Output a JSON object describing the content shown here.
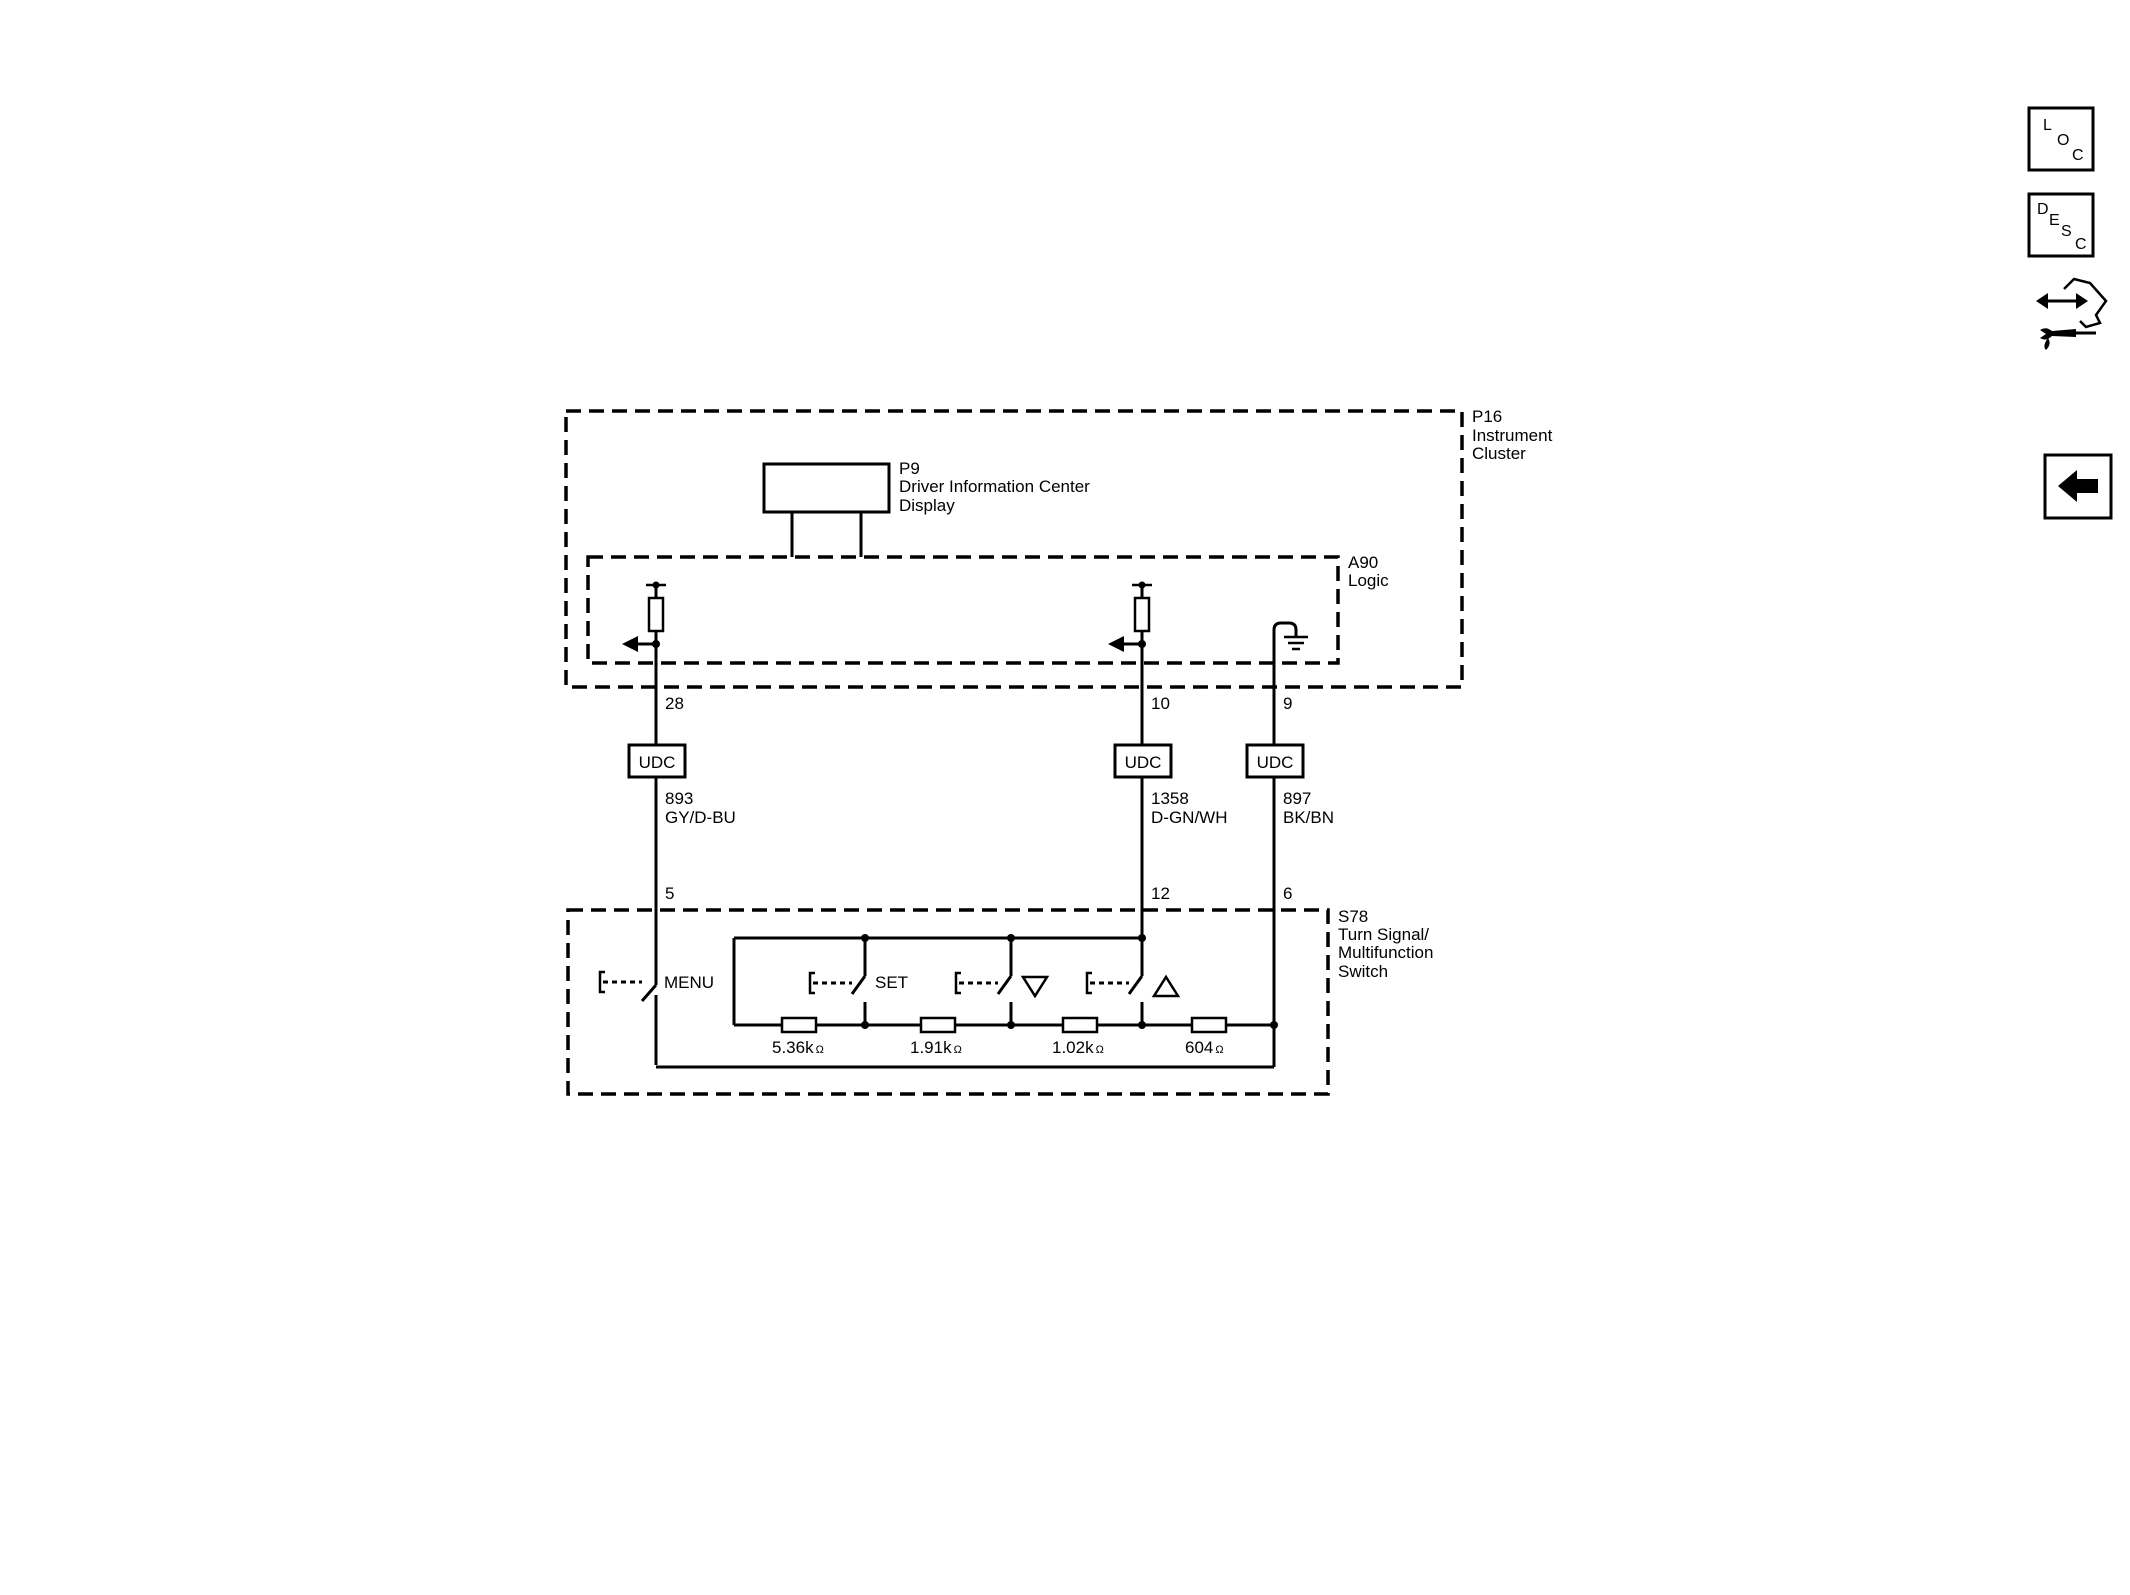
{
  "modules": {
    "p16": {
      "id": "P16",
      "line1": "Instrument",
      "line2": "Cluster"
    },
    "p9": {
      "id": "P9",
      "line1": "Driver Information Center",
      "line2": "Display"
    },
    "a90": {
      "id": "A90",
      "line1": "Logic"
    },
    "s78": {
      "id": "S78",
      "line1": "Turn Signal/",
      "line2": "Multifunction",
      "line3": "Switch"
    }
  },
  "pins": {
    "top": [
      "28",
      "10",
      "9"
    ],
    "bottom": [
      "5",
      "12",
      "6"
    ]
  },
  "connectors": [
    "UDC",
    "UDC",
    "UDC"
  ],
  "wires": [
    {
      "circuit": "893",
      "color": "GY/D-BU"
    },
    {
      "circuit": "1358",
      "color": "D-GN/WH"
    },
    {
      "circuit": "897",
      "color": "BK/BN"
    }
  ],
  "switches": {
    "menu": "MENU",
    "set": "SET",
    "down_icon": "triangle-down-icon",
    "up_icon": "triangle-up-icon"
  },
  "resistors": [
    {
      "value": "5.36k",
      "unit": "Ω"
    },
    {
      "value": "1.91k",
      "unit": "Ω"
    },
    {
      "value": "1.02k",
      "unit": "Ω"
    },
    {
      "value": "604",
      "unit": "Ω"
    }
  ],
  "nav": {
    "loc": [
      "L",
      "O",
      "C"
    ],
    "desc": [
      "D",
      "E",
      "S",
      "C"
    ],
    "service_icon": "connector-service-icon",
    "back_icon": "back-arrow-icon"
  }
}
